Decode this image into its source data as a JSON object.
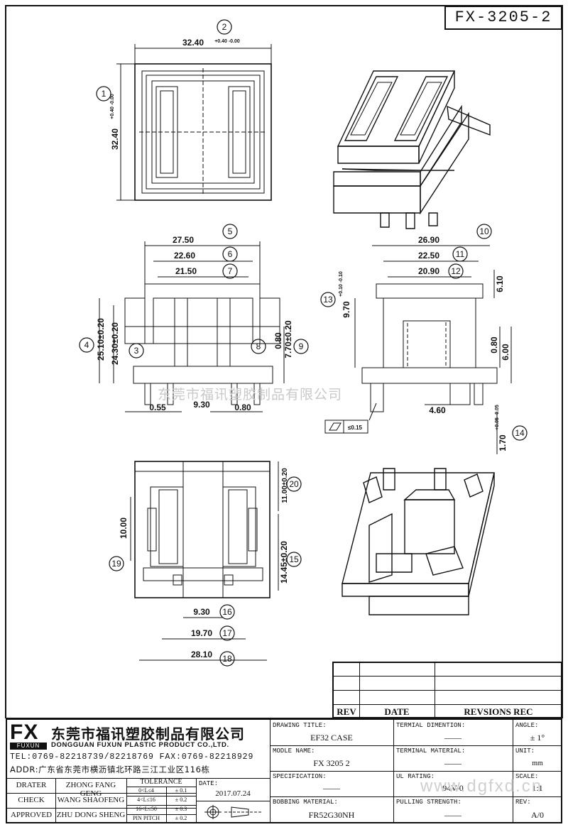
{
  "part_code": "FX-3205-2",
  "watermark": "东莞市福讯塑胶制品有限公司",
  "watermark_url": "www.dgfxd.cn",
  "dimensions": {
    "d1": "32.40",
    "d2": "32.40",
    "d2_tol": "+0.40 -0.00",
    "d1_tol": "+0.40 -0.00",
    "d3": "24.30±0.20",
    "d4": "25.10±0.20",
    "d5": "27.50",
    "d6": "22.60",
    "d7": "21.50",
    "d8": "0.80",
    "d9": "7.70±0.20",
    "d10": "26.90",
    "d11": "22.50",
    "d12": "20.90",
    "d13": "9.70",
    "d13_tol": "+0.10 -0.10",
    "d14": "1.70",
    "d14_tol": "+0.05 -0.05",
    "d15": "14.45±0.20",
    "d16": "9.30",
    "d17": "19.70",
    "d18": "28.10",
    "d19": "10.00",
    "d20": "11.00±0.20",
    "pin_w": "0.55",
    "pin_gap": "0.80",
    "pin_pitch": "9.30",
    "side_h1": "6.10",
    "side_h2": "0.80",
    "side_h3": "6.00",
    "side_w": "4.60",
    "flatness": "≤0.15"
  },
  "balloons": [
    "1",
    "2",
    "3",
    "4",
    "5",
    "6",
    "7",
    "8",
    "9",
    "10",
    "11",
    "12",
    "13",
    "14",
    "15",
    "16",
    "17",
    "18",
    "19",
    "20"
  ],
  "revision_table": {
    "headers": [
      "REV",
      "DATE",
      "REVSIONS REC"
    ]
  },
  "company": {
    "logo": "FX",
    "logo_sub": "FUXUN",
    "name_cn": "东莞市福讯塑胶制品有限公司",
    "name_en": "DONGGUAN FUXUN PLASTIC PRODUCT CO.,LTD.",
    "tel": "TEL:0769-82218739/82218769 FAX:0769-82218929",
    "addr": "ADDR:广东省东莞市横沥镇北环路三江工业区116栋"
  },
  "people": {
    "drater_label": "DRATER",
    "drater": "ZHONG FANG GENG",
    "check_label": "CHECK",
    "check": "WANG SHAOFENG",
    "approved_label": "APPROVED",
    "approved": "ZHU DONG SHENG"
  },
  "tolerance": {
    "title": "TOLERANCE",
    "rows": [
      {
        "range": "0<L≤4",
        "tol": "± 0.1"
      },
      {
        "range": "4<L≤16",
        "tol": "± 0.2"
      },
      {
        "range": "16<L≤50",
        "tol": "± 0.3"
      },
      {
        "range": "PIN PITCH",
        "tol": "± 0.2"
      }
    ]
  },
  "date_label": "DATE:",
  "date": "2017.07.24",
  "fields": {
    "drawing_title_label": "DRAWING TITLE:",
    "drawing_title": "EF32 CASE",
    "model_label": "MODLE NAME:",
    "model": "FX 3205 2",
    "spec_label": "SPECIFICATION:",
    "spec": "——",
    "bobbin_label": "BOBBING MATERIAL:",
    "bobbin": "FR52G30NH",
    "term_dim_label": "TERMIAL DIMENTION:",
    "term_dim": "——",
    "term_mat_label": "TERMINAL MATERIAL:",
    "term_mat": "——",
    "ul_label": "UL RATING:",
    "ul": "94V-0",
    "pull_label": "PULLING STRENGTH:",
    "pull": "——",
    "angle_label": "ANGLE:",
    "angle": "± 1°",
    "unit_label": "UNIT:",
    "unit": "mm",
    "scale_label": "SCALE:",
    "scale": "1:1",
    "rev_label": "REV:",
    "rev": "A/0"
  }
}
